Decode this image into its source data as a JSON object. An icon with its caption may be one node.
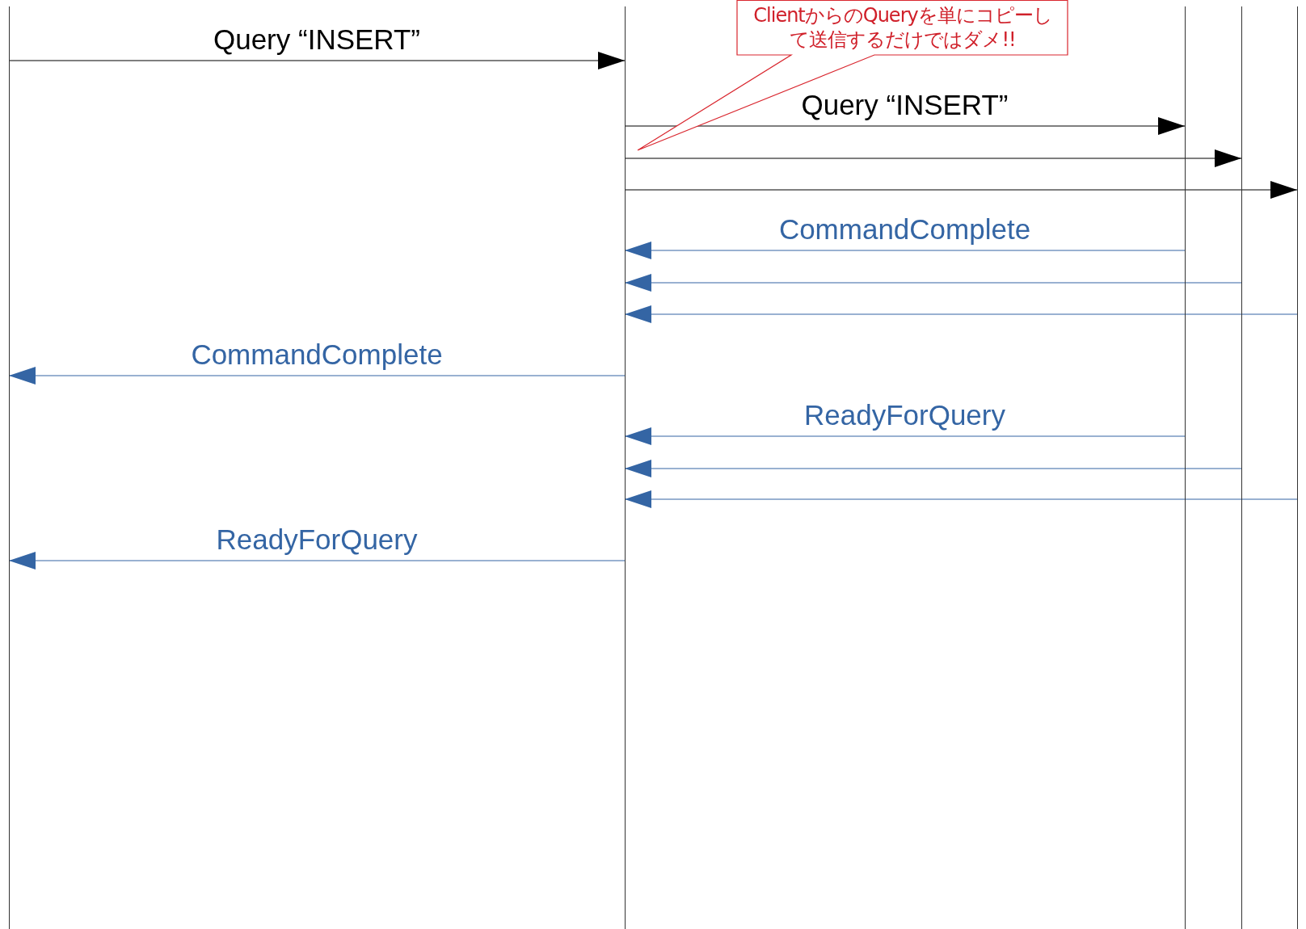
{
  "diagram": {
    "nodes": [
      {
        "text": [],
        "shape": "line"
      },
      {
        "text": [],
        "shape": "line"
      },
      {
        "text": [],
        "shape": "line"
      },
      {
        "text": [],
        "shape": "line"
      },
      {
        "text": [],
        "shape": "line"
      },
      {
        "text": [
          "ClientからのQueryを単にコピーして送信するだけではダメ!!"
        ]
      }
    ],
    "edges": [
      {
        "from": 0,
        "to": 1,
        "arrow": "to",
        "label": "Query “INSERT”",
        "color": "#000000"
      },
      {
        "from": 1,
        "to": 2,
        "arrow": "to",
        "label": "Query “INSERT”",
        "color": "#000000"
      },
      {
        "from": 1,
        "to": 3,
        "arrow": "to",
        "color": "#000000"
      },
      {
        "from": 1,
        "to": 4,
        "arrow": "to",
        "color": "#000000"
      },
      {
        "from": 2,
        "to": 1,
        "arrow": "to",
        "label": "CommandComplete"
      },
      {
        "from": 3,
        "to": 1,
        "arrow": "to"
      },
      {
        "from": 4,
        "to": 1,
        "arrow": "to"
      },
      {
        "from": 1,
        "to": 0,
        "arrow": "to",
        "label": "CommandComplete"
      },
      {
        "from": 2,
        "to": 1,
        "arrow": "to",
        "label": "ReadyForQuery"
      },
      {
        "from": 3,
        "to": 1,
        "arrow": "to"
      },
      {
        "from": 4,
        "to": 1,
        "arrow": "to"
      },
      {
        "from": 1,
        "to": 0,
        "arrow": "to",
        "label": "ReadyForQuery"
      }
    ]
  }
}
